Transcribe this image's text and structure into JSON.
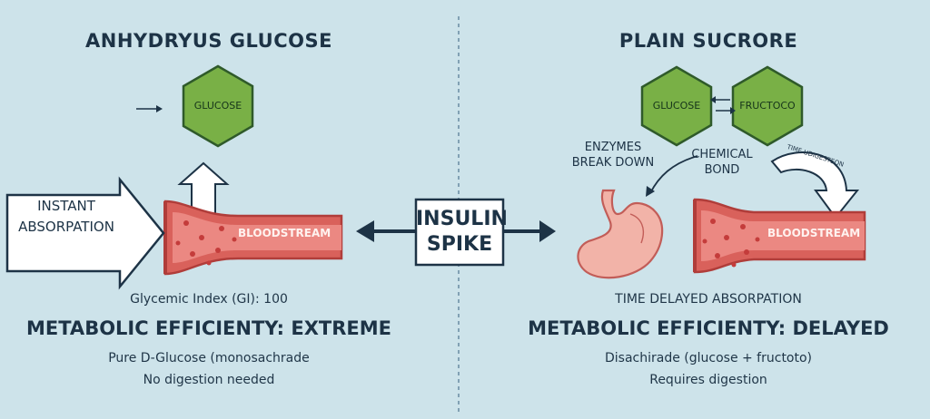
{
  "left": {
    "title": "ANHYDRYUS GLUCOSE",
    "hexagon_label": "GLUCOSE",
    "instant_line1": "INSTANT",
    "instant_line2": "ABSORPATION",
    "vessel_label": "BLOODSTREAM",
    "gi_text": "Glycemic Index (GI): 100",
    "efficiency": "METABOLIC EFFICIENTY: EXTREME",
    "detail_line1": "Pure D-Glucose (monosachrade",
    "detail_line2": "No digestion needed"
  },
  "center": {
    "line1": "INSULIN",
    "line2": "SPIKE"
  },
  "right": {
    "title": "PLAIN SUCRORE",
    "hex1_label": "GLUCOSE",
    "hex2_label": "FRUCTOCO",
    "enzymes_line1": "ENZYMES",
    "enzymes_line2": "BREAK DOWN",
    "bond_line1": "CHEMICAL",
    "bond_line2": "BOND",
    "time_digestion": "TIME UDIGESTEON",
    "vessel_label": "BLOODSTREAM",
    "delayed_text": "TIME DELAYED ABSORPATION",
    "efficiency": "METABOLIC EFFICIENTY: DELAYED",
    "detail_line1": "Disachirade (glucose + fructoto)",
    "detail_line2": "Requires digestion"
  },
  "colors": {
    "background": "#cde3ea",
    "hexagon": "#79b046",
    "vessel": "#d9615b",
    "vessel_inner": "#eb8882",
    "text": "#1d3346",
    "stomach": "#f2b3a8"
  }
}
